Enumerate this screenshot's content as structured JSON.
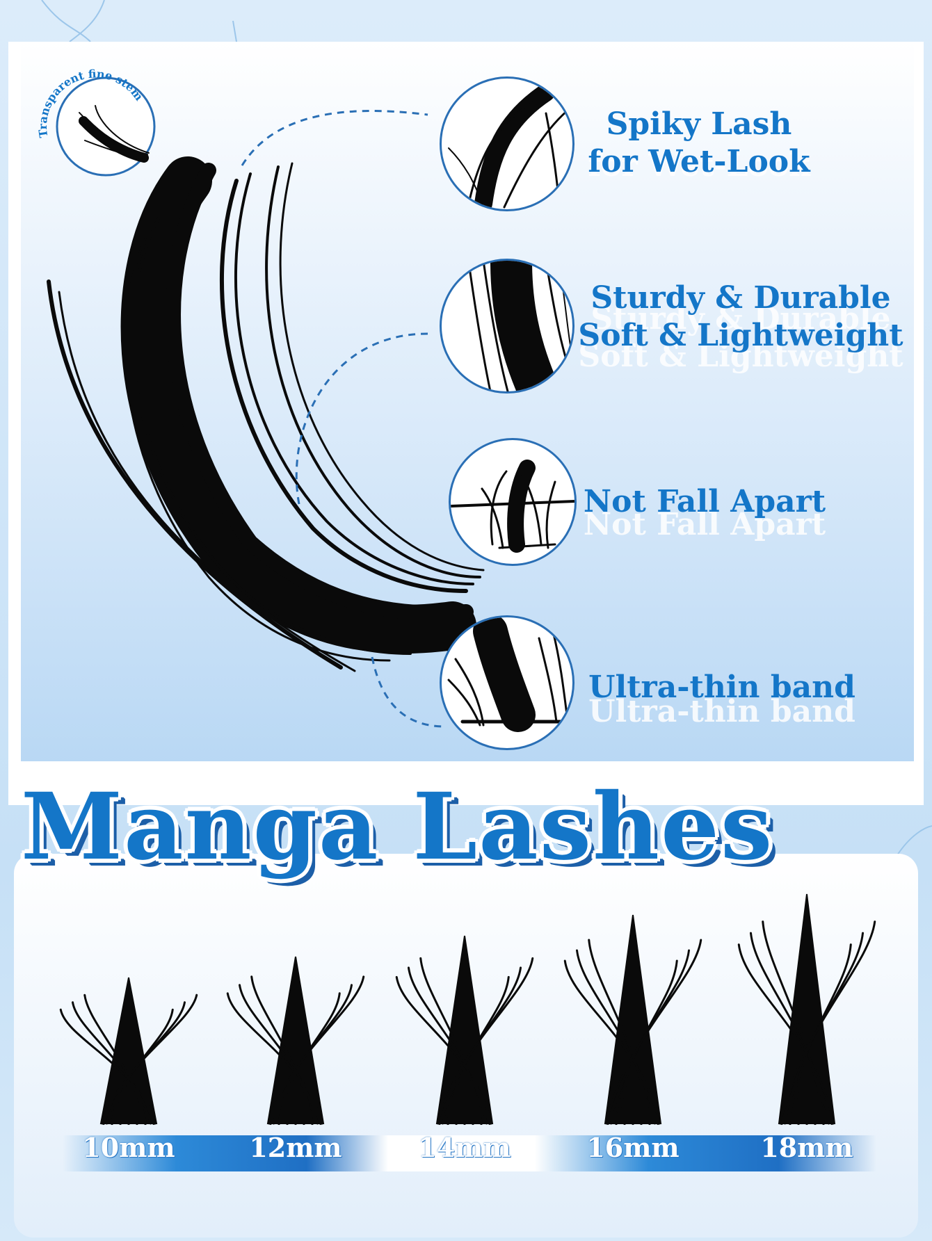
{
  "stem_badge_text": "Transparent fine stem",
  "features": [
    {
      "lines": [
        "Spiky Lash",
        "for Wet-Look"
      ]
    },
    {
      "lines": [
        "Sturdy & Durable",
        "Soft & Lightweight"
      ]
    },
    {
      "lines": [
        "Not Fall Apart"
      ]
    },
    {
      "lines": [
        "Ultra-thin band"
      ]
    }
  ],
  "title": "Manga Lashes",
  "sizes": [
    "10mm",
    "12mm",
    "14mm",
    "16mm",
    "18mm"
  ],
  "colors": {
    "accent": "#1476c8",
    "dark_accent": "#1c5fa8",
    "lash": "#0a0a0a"
  }
}
